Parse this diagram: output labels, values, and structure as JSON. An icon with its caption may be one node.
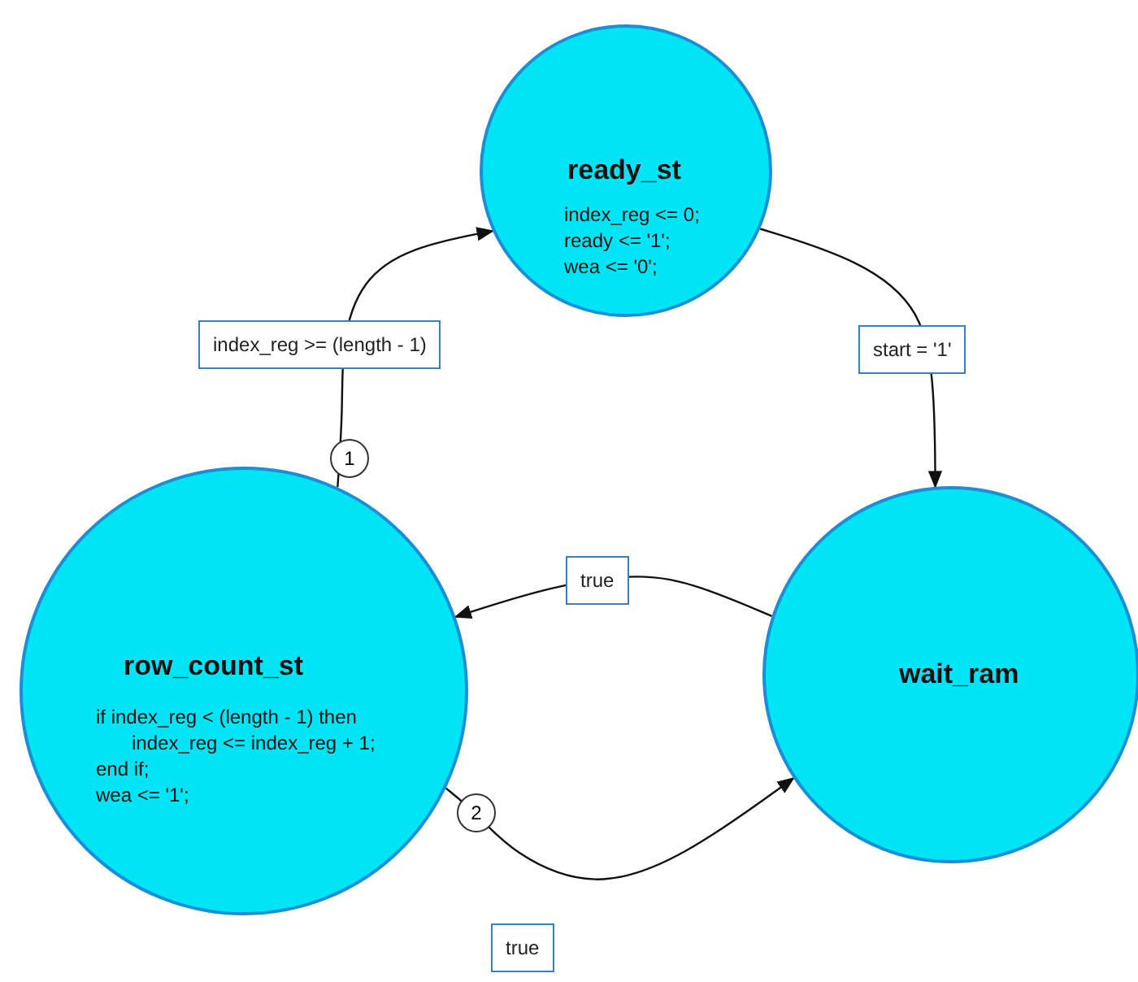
{
  "diagram": {
    "nodes": [
      {
        "text": [
          "ready_st",
          "index_reg <= 0;",
          "ready <= '1';",
          "wea <= '0';"
        ]
      },
      {
        "text": [
          "wait_ram"
        ]
      },
      {
        "text": [
          "row_count_st",
          "if index_reg < (length - 1) then",
          "index_reg <= index_reg + 1;",
          "end if;",
          "wea <= '1';"
        ]
      }
    ],
    "edges": [
      {
        "from": 2,
        "to": 0,
        "arrow": "to",
        "label": "index_reg >= (length - 1)"
      },
      {
        "from": 0,
        "to": 1,
        "arrow": "to",
        "label": "start = '1'"
      },
      {
        "from": 1,
        "to": 2,
        "arrow": "to",
        "label": "true"
      },
      {
        "from": 2,
        "to": 1,
        "arrow": "to",
        "label": "true"
      }
    ],
    "labels": [
      "1",
      "2"
    ]
  }
}
